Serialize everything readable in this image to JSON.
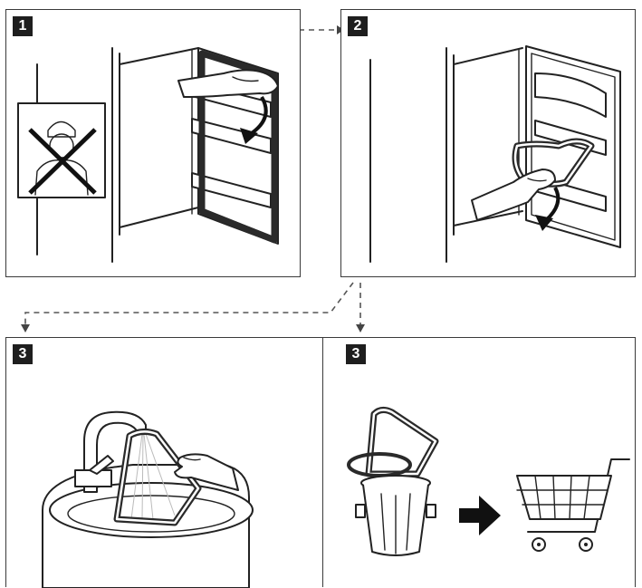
{
  "steps": [
    {
      "id": "panel-1",
      "number": "1"
    },
    {
      "id": "panel-2",
      "number": "2"
    },
    {
      "id": "panel-3a",
      "number": "3"
    },
    {
      "id": "panel-3b",
      "number": "3"
    }
  ],
  "icons": [
    "no-technician-icon",
    "arrow-icon",
    "trash-can-icon",
    "shopping-cart-icon",
    "faucet-icon",
    "hand-icon",
    "gasket-icon"
  ],
  "colors": {
    "line": "#222222",
    "badge": "#1e1e1e",
    "background": "#ffffff"
  }
}
